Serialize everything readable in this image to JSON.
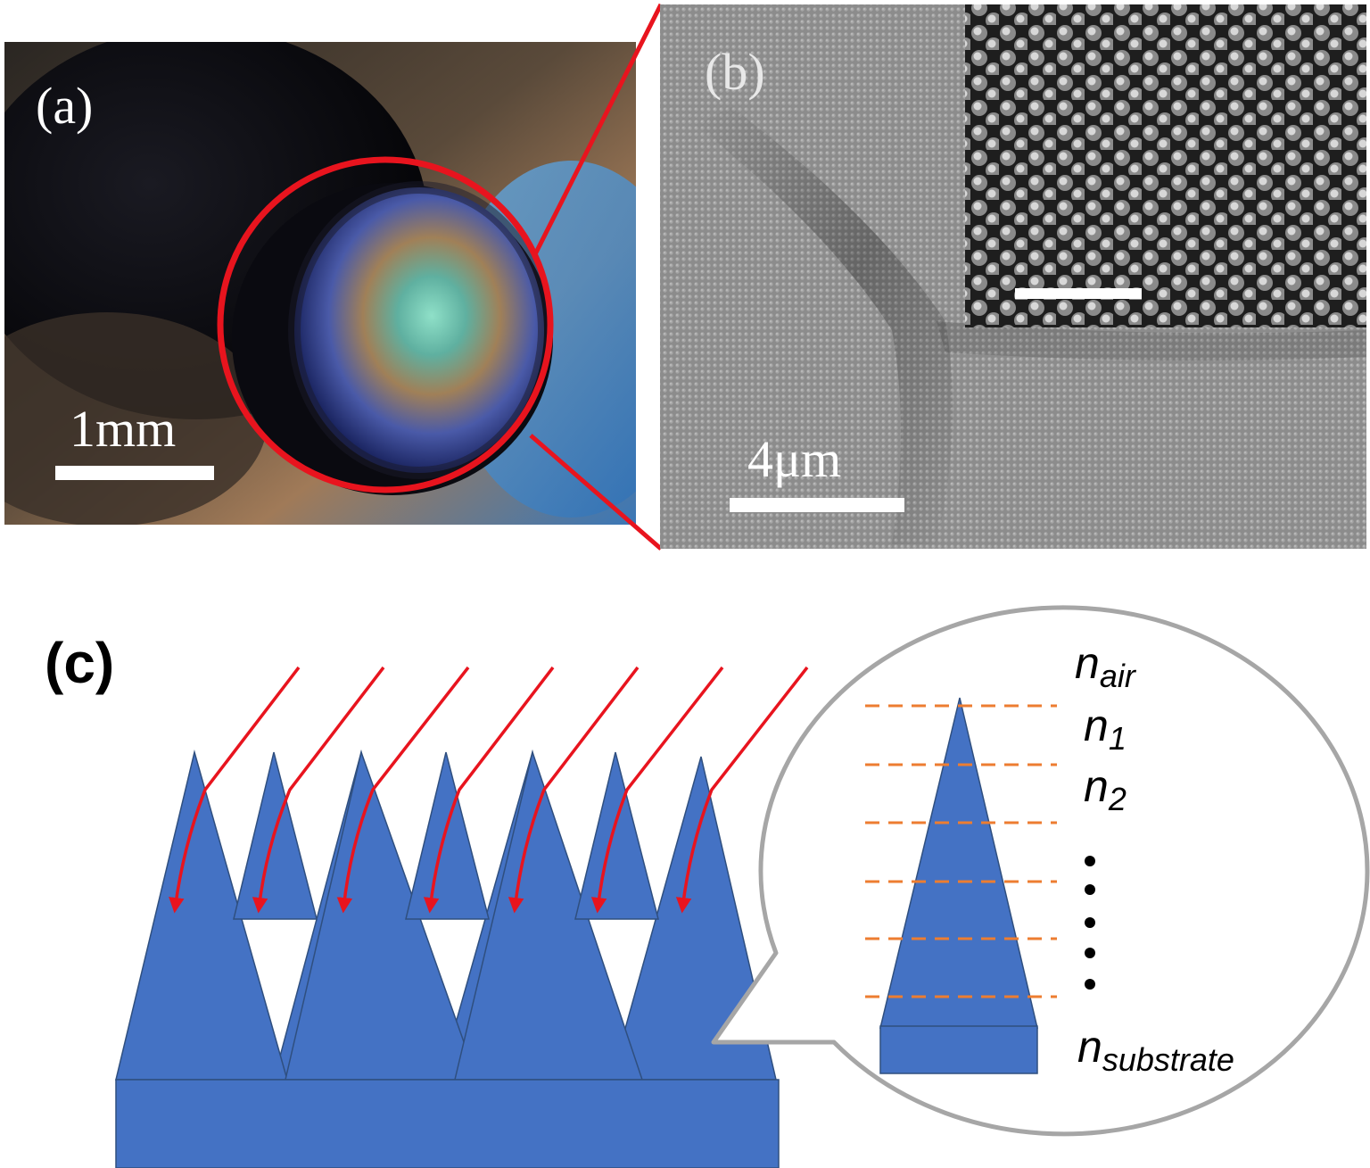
{
  "panel_a": {
    "label": "(a)",
    "scale_bar": "1mm"
  },
  "panel_b": {
    "label": "(b)",
    "scale_bar": "4μm"
  },
  "panel_c": {
    "label": "(c)",
    "index_labels": {
      "air": {
        "base": "n",
        "sub": "air"
      },
      "n1": {
        "base": "n",
        "sub": "1"
      },
      "n2": {
        "base": "n",
        "sub": "2"
      },
      "substrate": {
        "base": "n",
        "sub": "substrate"
      }
    },
    "ellipsis": "⋮"
  },
  "colors": {
    "cone_fill": "#4472C4",
    "cone_stroke": "#2F4F7F",
    "arrow": "#E8141E",
    "dash": "#ED7D31",
    "callout": "#A6A6A6",
    "circle_red": "#E8141E"
  }
}
